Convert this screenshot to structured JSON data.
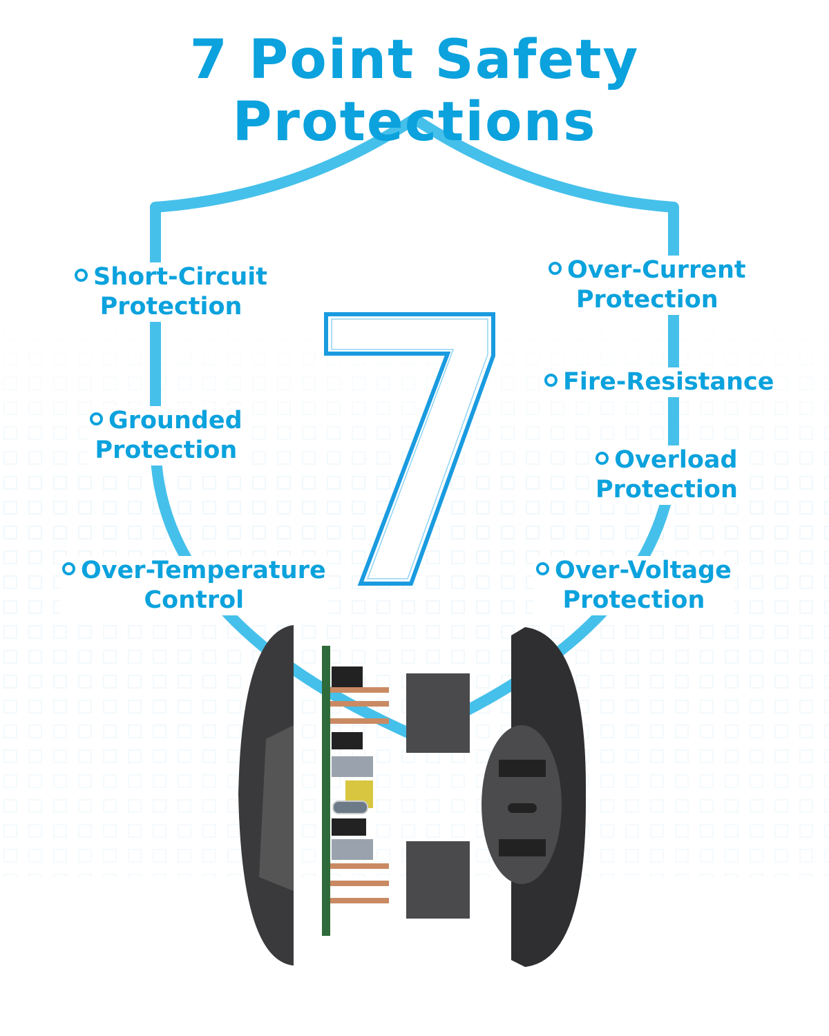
{
  "title": "7 Point Safety Protections",
  "big_number": "7",
  "features": [
    {
      "line1": "Short-Circuit",
      "line2": "Protection"
    },
    {
      "line1": "Grounded",
      "line2": "Protection"
    },
    {
      "line1": "Over-Temperature",
      "line2": "Control"
    },
    {
      "line1": "Over-Current",
      "line2": "Protection"
    },
    {
      "line1": "Fire-Resistance",
      "line2": ""
    },
    {
      "line1": "Overload",
      "line2": "Protection"
    },
    {
      "line1": "Over-Voltage",
      "line2": "Protection"
    }
  ],
  "colors": {
    "accent": "#0ba2dd",
    "shield": "#45c0ea",
    "device": "#3a3a3c"
  }
}
